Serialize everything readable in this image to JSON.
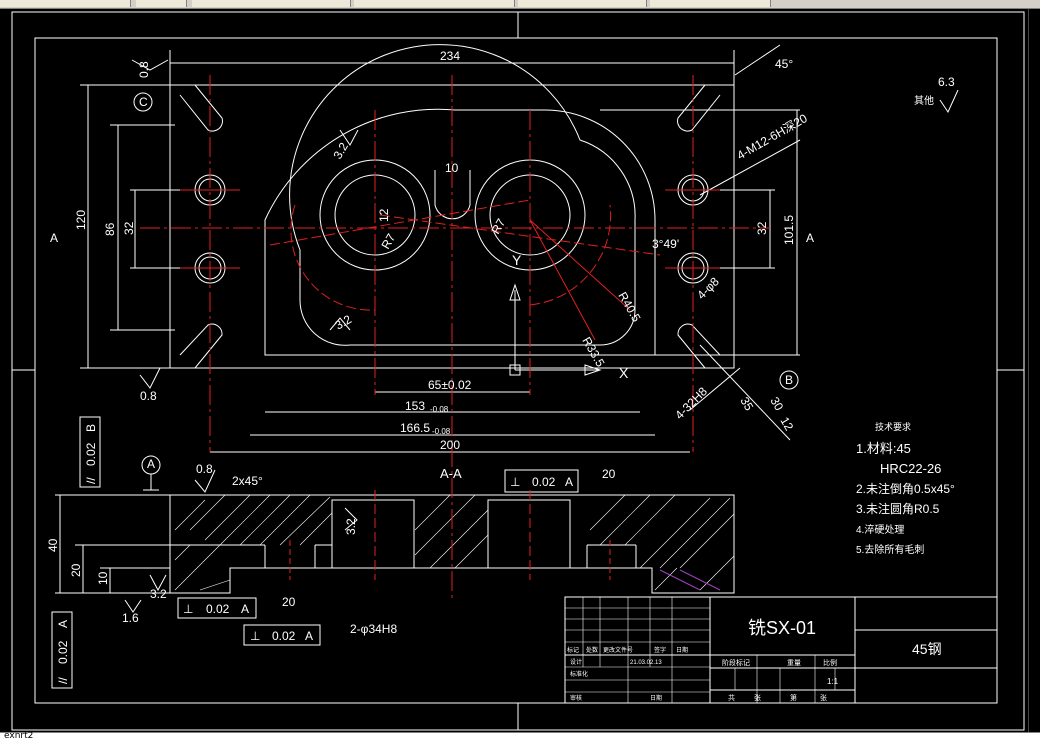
{
  "window": {
    "toolbar_tabs": 7,
    "command_line": "exnrt2"
  },
  "drawing": {
    "section_label": "A-A",
    "dims_top": {
      "d234": "234",
      "d200": "200",
      "d166": "166.5",
      "d166_tol": "-0.08",
      "d153": "153",
      "d153_tol": "-0.08",
      "d65": "65±0.02",
      "d120": "120",
      "d86": "86",
      "d32l": "32",
      "d32r": "32",
      "d101": "101.5",
      "d08a": "0.8",
      "d08b": "0.8",
      "d08c": "0.8",
      "d12": "12",
      "d10": "10",
      "r7a": "R7",
      "r7b": "R7",
      "r33": "R33.5",
      "r40": "R40.5",
      "ang": "3°49'",
      "ang45": "45°",
      "thread": "4-M12-6H深20",
      "hole4": "4-φ8",
      "hole32": "4-32H8",
      "d35": "35",
      "d30": "30",
      "d12b": "12",
      "rough32a": "3.2",
      "rough32b": "3.2",
      "rough32c": "3.2",
      "rough32d": "3.2",
      "rough16": "1.6",
      "rough63": "6.3",
      "other": "其他",
      "secA_l": "A",
      "secA_r": "A",
      "datumA": "A",
      "datumB": "B",
      "datumC": "C",
      "axisX": "X",
      "axisY": "Y"
    },
    "dims_bottom": {
      "chamfer": "2x45°",
      "d40": "40",
      "d20a": "20",
      "d10": "10",
      "d20b": "20",
      "d20c": "20",
      "holes": "2-φ34H8"
    },
    "tolerance_frames": [
      {
        "sym": "//",
        "val": "0.02",
        "ref": "B"
      },
      {
        "sym": "⊥",
        "val": "0.02",
        "ref": "A"
      },
      {
        "sym": "⊥",
        "val": "0.02",
        "ref": "A"
      },
      {
        "sym": "⊥",
        "val": "0.02",
        "ref": "A"
      },
      {
        "sym": "//",
        "val": "0.02",
        "ref": "A"
      }
    ],
    "tech_req": {
      "title": "技术要求",
      "lines": [
        "1.材料:45",
        "HRC22-26",
        "2.未注倒角0.5x45°",
        "3.未注圆角R0.5",
        "4.淬硬处理",
        "5.去除所有毛刺"
      ]
    },
    "title_block": {
      "drawing_no": "铣SX-01",
      "material": "45钢",
      "scale": "1:1",
      "date": "21.03.02.13",
      "designer": "设计",
      "heads": [
        "标记",
        "处数",
        "更改文件号",
        "签字",
        "日期"
      ],
      "stage_heads": [
        "阶段标记",
        "重量",
        "比例"
      ],
      "sheet_total": "共",
      "sheet_no": "第",
      "sheet_unit": "张",
      "approve": "审核",
      "date2": "日期",
      "std": "标准化"
    }
  }
}
